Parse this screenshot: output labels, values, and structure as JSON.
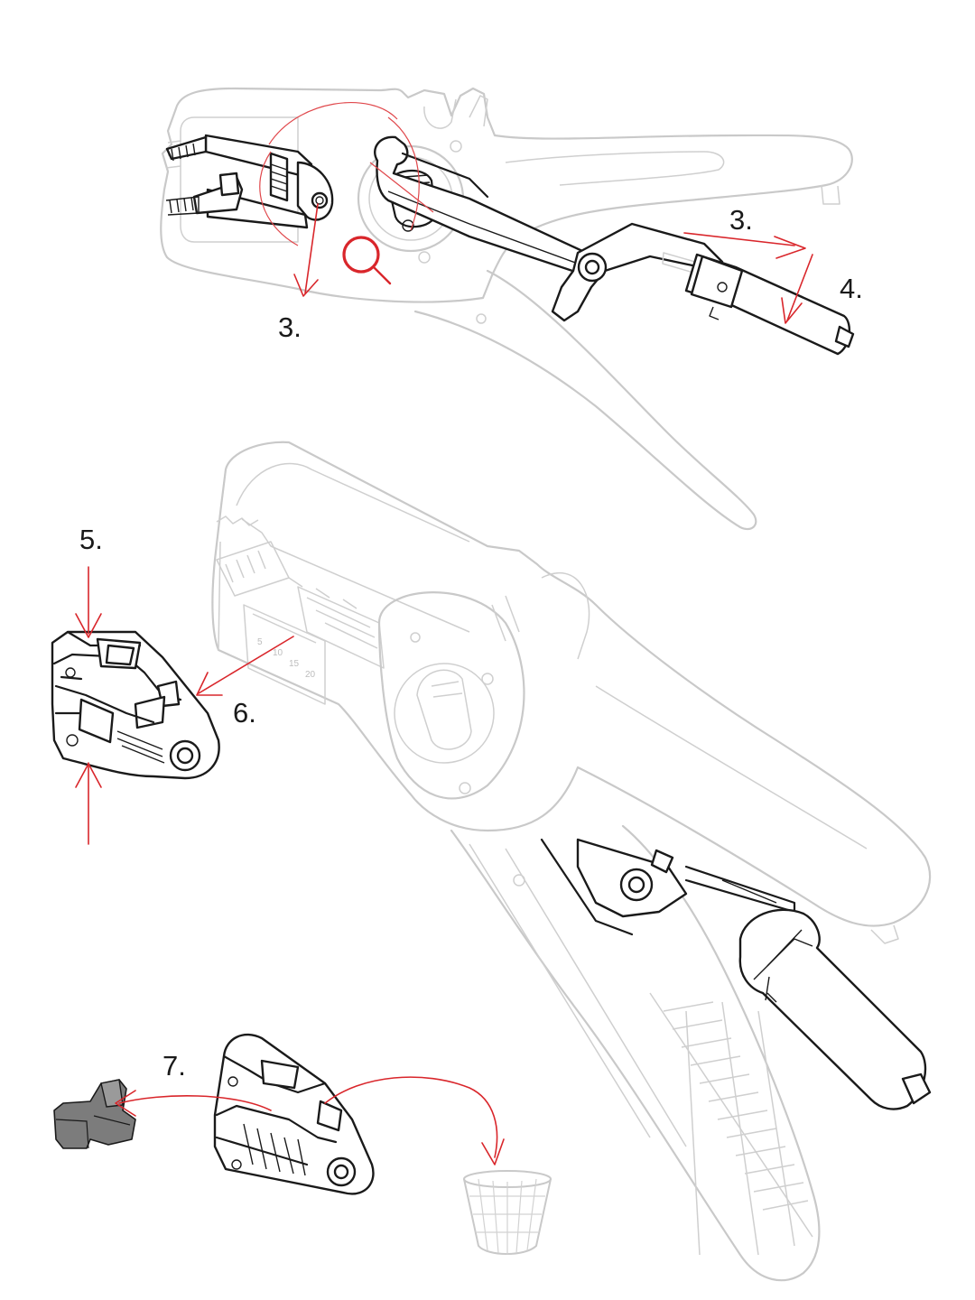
{
  "steps": {
    "step_3_left": "3.",
    "step_3_right": "3.",
    "step_4": "4.",
    "step_5": "5.",
    "step_6": "6.",
    "step_7": "7."
  },
  "scale_marks": [
    "5",
    "10",
    "15",
    "20"
  ],
  "icons": {
    "zoom": "magnifier-icon",
    "waste_bin": "bin-icon"
  },
  "colors": {
    "arrow": "#d9262b",
    "ghost_outline": "#c9c9c9",
    "ink": "#1a1a1a"
  }
}
